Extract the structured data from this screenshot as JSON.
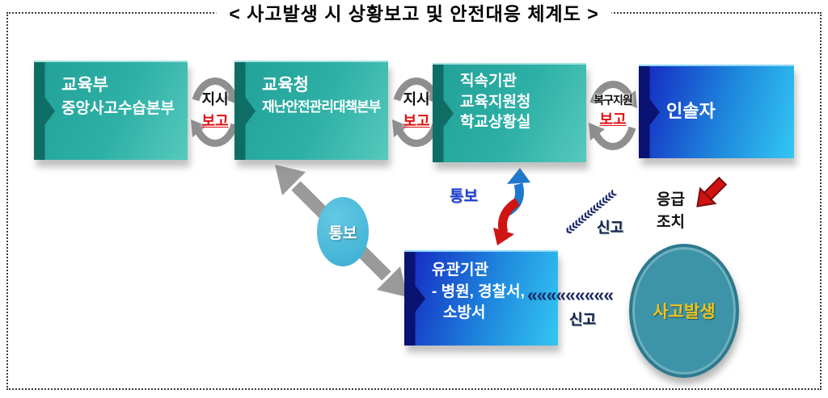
{
  "title": "< 사고발생 시 상황보고 및 안전대응 체계도 >",
  "boxes": [
    {
      "name": "ministry",
      "lines": [
        "교육부",
        "중앙사고수습본부"
      ]
    },
    {
      "name": "office",
      "lines": [
        "교육청",
        "재난안전관리대책본부"
      ]
    },
    {
      "name": "direct",
      "lines": [
        "직속기관",
        "교육지원청",
        "학교상황실"
      ]
    },
    {
      "name": "leader",
      "lines": [
        "인솔자"
      ]
    },
    {
      "name": "related",
      "lines": [
        "유관기관",
        "- 병원, 경찰서,",
        "소방서"
      ]
    }
  ],
  "cycles": [
    {
      "top": "지시",
      "bottom": "보고"
    },
    {
      "top": "지시",
      "bottom": "보고"
    },
    {
      "top": "복구지원",
      "bottom": "보고"
    }
  ],
  "labels": {
    "notify_ellipse": "통보",
    "notify_blue": "통보",
    "report_diagonal": "신고",
    "report_horizontal": "신고",
    "emergency": "응급\n조치",
    "accident_circle": "사고발생",
    "chevrons_diagonal": "««««««««",
    "chevrons_horizontal": "«««««««««"
  },
  "colors": {
    "teal_box": "#2eb0a6",
    "blue_box": "#1e86dd",
    "cycle_gray": "#8f8f8f",
    "report_red": "#e01010",
    "accident_fill": "#3d93a8",
    "accident_text": "#eec41d"
  }
}
